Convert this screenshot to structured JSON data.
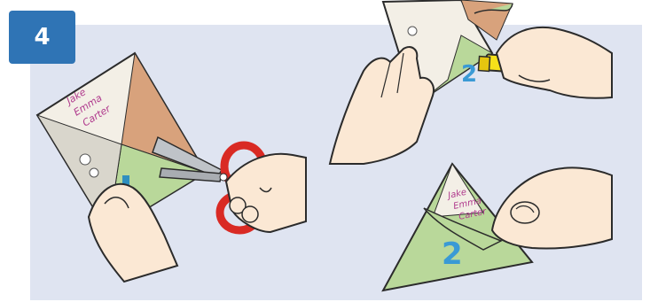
{
  "step": {
    "number": "4"
  },
  "paper": {
    "name_lines": [
      "Jake",
      "Emma",
      "Carter"
    ]
  },
  "colors": {
    "background_panel": "#dfe4f1",
    "badge": "#2f74b5",
    "skin": "#fbe8d4",
    "outline": "#2b2b2b",
    "scissor_handle": "#d92a24",
    "highlighter": "#f5e11a",
    "pink_name": "#b03a8d",
    "green_section": "#b9d89a",
    "orange_section": "#d8a27c",
    "blue_number": "#3a9ad5"
  },
  "icons": [
    "scissors-icon",
    "highlighter-icon"
  ]
}
